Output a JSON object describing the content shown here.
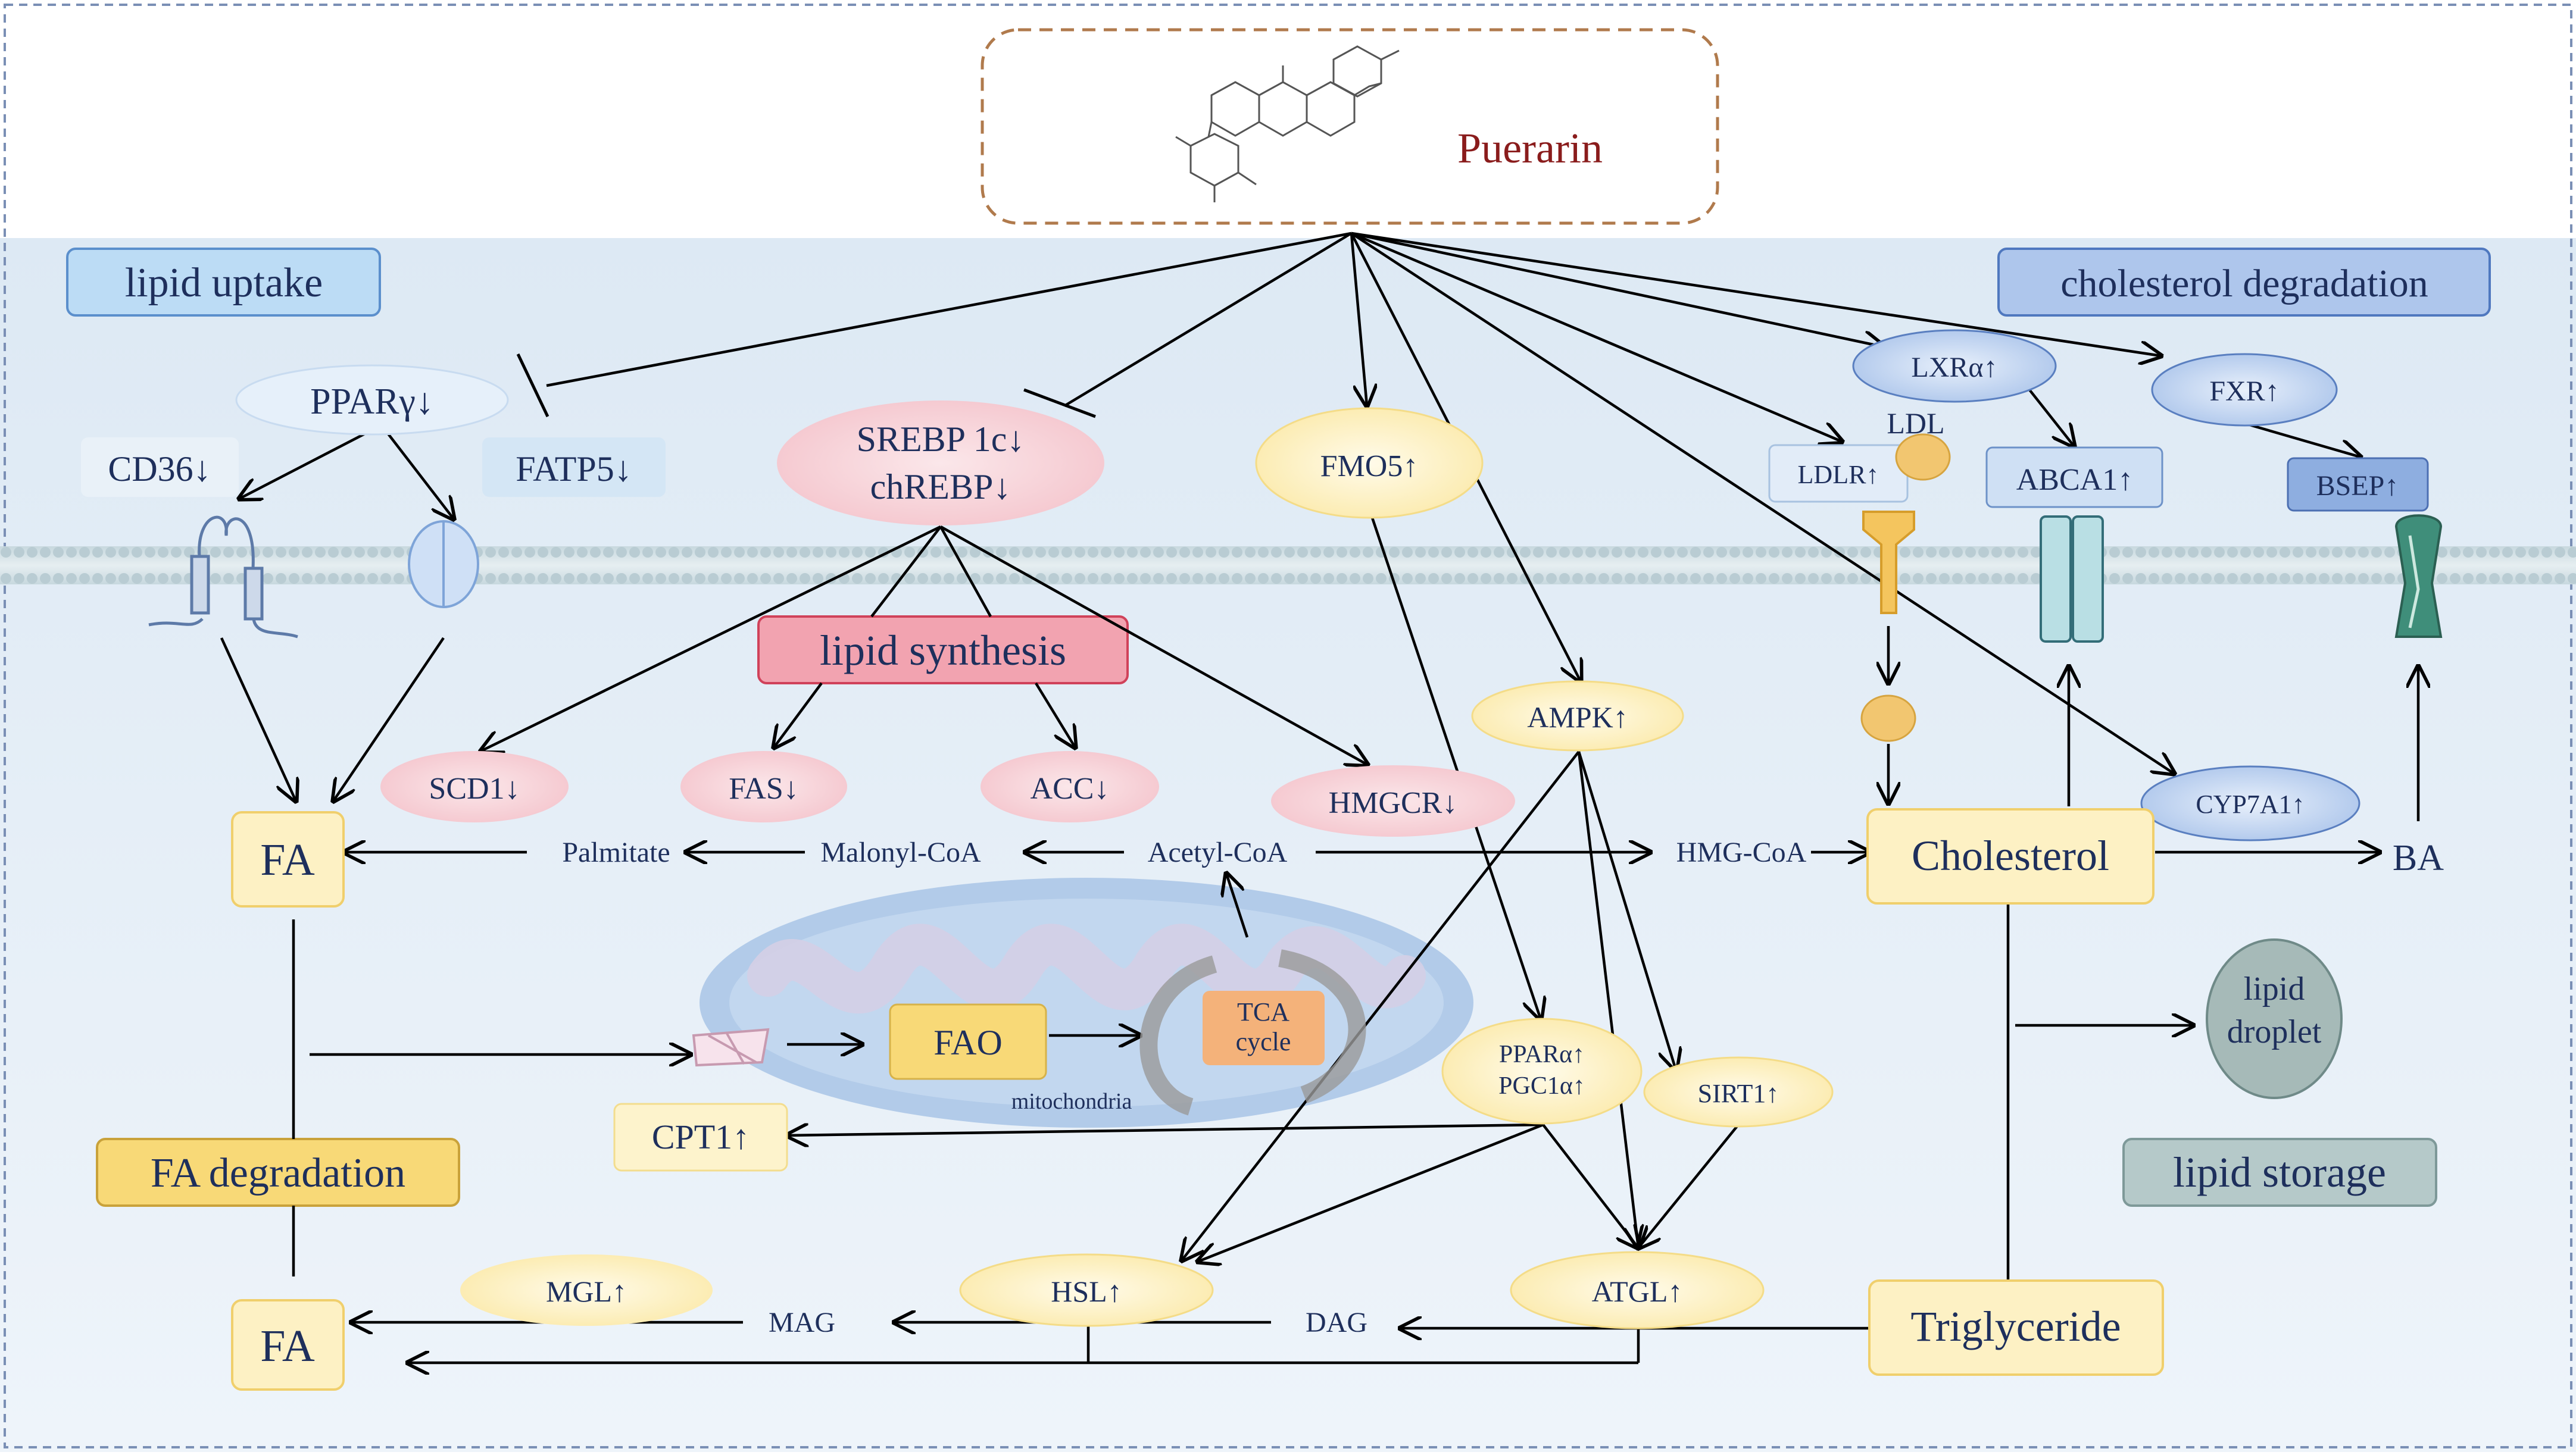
{
  "top": {
    "title": "Puerarin"
  },
  "sections": {
    "lipid_uptake": "lipid uptake",
    "cholesterol_degradation": "cholesterol degradation",
    "lipid_synthesis": "lipid synthesis",
    "fa_degradation": "FA degradation",
    "lipid_storage": "lipid storage"
  },
  "nodes": {
    "ppar_gamma": "PPARγ↓",
    "cd36": "CD36↓",
    "fatp5": "FATP5↓",
    "srebp_line1": "SREBP 1c↓",
    "srebp_line2": "chREBP↓",
    "fmo5": "FMO5↑",
    "lxra": "LXRα↑",
    "ldl": "LDL",
    "fxr": "FXR↑",
    "ldlr": "LDLR↑",
    "abca1": "ABCA1↑",
    "bsep": "BSEP↑",
    "ampk": "AMPK↑",
    "scd1": "SCD1↓",
    "fas": "FAS↓",
    "acc": "ACC↓",
    "hmgcr": "HMGCR↓",
    "cyp7a1": "CYP7A1↑",
    "fa_top": "FA",
    "palmitate": "Palmitate",
    "malonyl_coa": "Malonyl-CoA",
    "acetyl_coa": "Acetyl-CoA",
    "hmg_coa": "HMG-CoA",
    "cholesterol": "Cholesterol",
    "ba": "BA",
    "fao": "FAO",
    "tca_line1": "TCA",
    "tca_line2": "cycle",
    "mitochondria": "mitochondria",
    "ppara_line1": "PPARα↑",
    "ppara_line2": "PGC1α↑",
    "sirt1": "SIRT1↑",
    "lipid_droplet_line1": "lipid",
    "lipid_droplet_line2": "droplet",
    "cpt1": "CPT1↑",
    "mgl": "MGL↑",
    "hsl": "HSL↑",
    "atgl": "ATGL↑",
    "fa_bottom": "FA",
    "mag": "MAG",
    "dag": "DAG",
    "triglyceride": "Triglyceride"
  },
  "colors": {
    "blue_box_fill": "#cde2f6",
    "blue_box_stroke": "#6a9bd4",
    "pink_box_fill": "#f2a7b3",
    "yellow_box_fill": "#fdf1c4",
    "yellow_box_stroke": "#f0cf6c",
    "gray_box_fill": "#b3c7c7",
    "title_red": "#8a1c1c",
    "text_blue": "#1e2f5c"
  }
}
